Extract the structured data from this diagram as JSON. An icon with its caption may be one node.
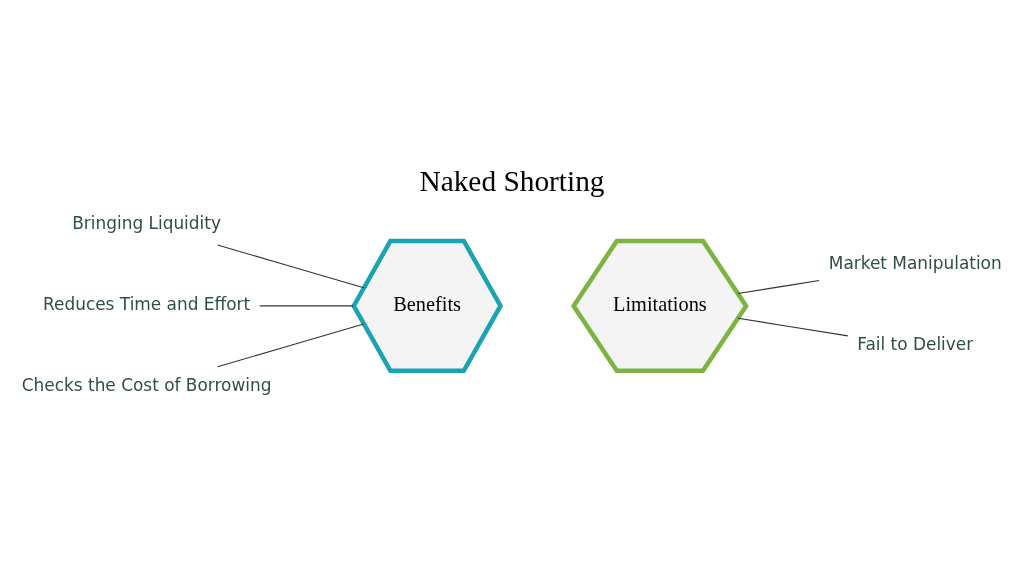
{
  "diagram": {
    "title": "Naked Shorting",
    "nodes": [
      {
        "text": [
          "Bringing Liquidity"
        ]
      },
      {
        "text": [
          "Reduces Time and Effort"
        ]
      },
      {
        "text": [
          "Checks the Cost of Borrowing"
        ]
      },
      {
        "text": [
          "Benefits"
        ]
      },
      {
        "text": [
          "Limitations"
        ]
      },
      {
        "text": [
          "Market Manipulation"
        ]
      },
      {
        "text": [
          "Fail to Deliver"
        ]
      }
    ],
    "edges": [
      {
        "from": 0,
        "to": 3,
        "arrow": "none"
      },
      {
        "from": 1,
        "to": 3,
        "arrow": "none"
      },
      {
        "from": 2,
        "to": 3,
        "arrow": "none"
      },
      {
        "from": 4,
        "to": 5,
        "arrow": "none"
      },
      {
        "from": 4,
        "to": 6,
        "arrow": "none"
      }
    ]
  }
}
